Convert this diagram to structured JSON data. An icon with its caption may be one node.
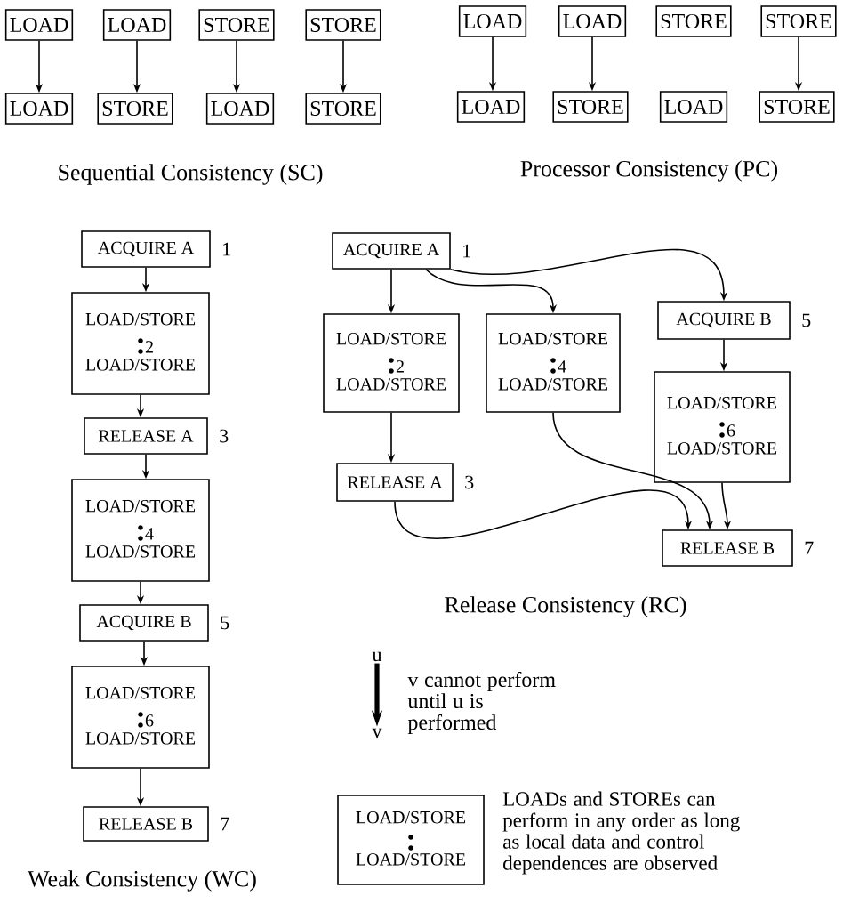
{
  "diagram": {
    "nodes": [
      {
        "text": [
          "LOAD"
        ]
      },
      {
        "text": [
          "LOAD"
        ]
      },
      {
        "text": [
          "STORE"
        ]
      },
      {
        "text": [
          "STORE"
        ]
      },
      {
        "text": [
          "LOAD"
        ]
      },
      {
        "text": [
          "STORE"
        ]
      },
      {
        "text": [
          "LOAD"
        ]
      },
      {
        "text": [
          "STORE"
        ]
      },
      {
        "text": [
          "LOAD"
        ]
      },
      {
        "text": [
          "LOAD"
        ]
      },
      {
        "text": [
          "STORE"
        ]
      },
      {
        "text": [
          "STORE"
        ]
      },
      {
        "text": [
          "LOAD"
        ]
      },
      {
        "text": [
          "STORE"
        ]
      },
      {
        "text": [
          "LOAD"
        ]
      },
      {
        "text": [
          "STORE"
        ]
      },
      {
        "text": [
          "ACQUIRE  A"
        ],
        "beside": [
          "1"
        ]
      },
      {
        "text": [
          "LOAD/STORE",
          "2",
          "LOAD/STORE"
        ]
      },
      {
        "text": [
          "RELEASE  A"
        ],
        "beside": [
          "3"
        ]
      },
      {
        "text": [
          "LOAD/STORE",
          "4",
          "LOAD/STORE"
        ]
      },
      {
        "text": [
          "ACQUIRE  B"
        ],
        "beside": [
          "5"
        ]
      },
      {
        "text": [
          "LOAD/STORE",
          "6",
          "LOAD/STORE"
        ]
      },
      {
        "text": [
          "RELEASE  B"
        ],
        "beside": [
          "7"
        ]
      },
      {
        "text": [
          "ACQUIRE  A"
        ],
        "beside": [
          "1"
        ]
      },
      {
        "text": [
          "LOAD/STORE",
          "2",
          "LOAD/STORE"
        ]
      },
      {
        "text": [
          "LOAD/STORE",
          "4",
          "LOAD/STORE"
        ]
      },
      {
        "text": [
          "ACQUIRE  B"
        ],
        "beside": [
          "5"
        ]
      },
      {
        "text": [
          "LOAD/STORE",
          "6",
          "LOAD/STORE"
        ]
      },
      {
        "text": [
          "RELEASE  A"
        ],
        "beside": [
          "3"
        ]
      },
      {
        "text": [
          "RELEASE  B"
        ],
        "beside": [
          "7"
        ]
      },
      {
        "text": [
          "u"
        ]
      },
      {
        "text": [
          "v"
        ]
      },
      {
        "text": [
          "LOAD/STORE",
          "LOAD/STORE"
        ],
        "beside": [
          "LOADs and STOREs can perform in any order as long as local data and control dependences are observed"
        ]
      }
    ],
    "edges": [
      {
        "from": 0,
        "to": 4,
        "arrow": "to"
      },
      {
        "from": 1,
        "to": 5,
        "arrow": "to"
      },
      {
        "from": 2,
        "to": 6,
        "arrow": "to"
      },
      {
        "from": 3,
        "to": 7,
        "arrow": "to"
      },
      {
        "from": 8,
        "to": 12,
        "arrow": "to"
      },
      {
        "from": 9,
        "to": 13,
        "arrow": "to"
      },
      {
        "from": 11,
        "to": 15,
        "arrow": "to"
      },
      {
        "from": 16,
        "to": 17,
        "arrow": "to"
      },
      {
        "from": 17,
        "to": 18,
        "arrow": "to"
      },
      {
        "from": 18,
        "to": 19,
        "arrow": "to"
      },
      {
        "from": 19,
        "to": 20,
        "arrow": "to"
      },
      {
        "from": 20,
        "to": 21,
        "arrow": "to"
      },
      {
        "from": 21,
        "to": 22,
        "arrow": "to"
      },
      {
        "from": 23,
        "to": 24,
        "arrow": "to"
      },
      {
        "from": 23,
        "to": 25,
        "arrow": "to"
      },
      {
        "from": 23,
        "to": 26,
        "arrow": "to"
      },
      {
        "from": 24,
        "to": 28,
        "arrow": "to"
      },
      {
        "from": 25,
        "to": 29,
        "arrow": "to"
      },
      {
        "from": 26,
        "to": 27,
        "arrow": "to"
      },
      {
        "from": 27,
        "to": 29,
        "arrow": "to"
      },
      {
        "from": 28,
        "to": 29,
        "arrow": "to"
      },
      {
        "from": 30,
        "to": 31,
        "arrow": "to",
        "style": "thick"
      }
    ],
    "labels": [
      "Sequential Consistency (SC)",
      "Processor Consistency (PC)",
      "Release Consistency (RC)",
      "v cannot perform until u is performed",
      "Weak Consistency (WC)"
    ]
  }
}
